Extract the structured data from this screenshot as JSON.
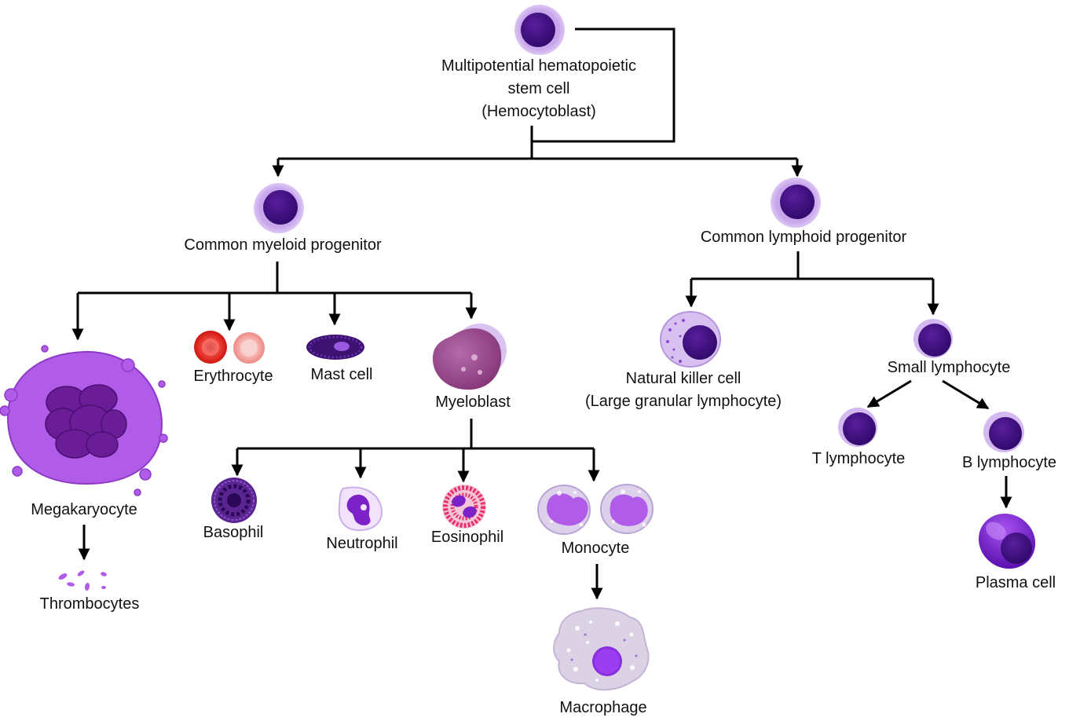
{
  "colors": {
    "line": "#000000",
    "nucleus": "#3b0f7a",
    "nucleus_light": "#5a1e9e",
    "cytoplasm": "#c8a6ec",
    "megakaryocyte": "#b05ce8",
    "megakaryocyte_nucleus": "#6a1d96",
    "erythrocyte": "#e0201e",
    "erythrocyte_light": "#f2a8a6",
    "myeloblast": "#9b4d8e",
    "eosinophil_granule": "#e8326a",
    "macrophage": "#d8d0e4",
    "plasma": "#7a1fd4"
  },
  "icons": {
    "stem": "stem-cell-icon",
    "myeloid": "myeloid-progenitor-icon",
    "lymphoid": "lymphoid-progenitor-icon",
    "megakaryocyte": "megakaryocyte-icon",
    "thrombocytes": "thrombocytes-icon",
    "erythrocyte": "erythrocyte-icon",
    "mast": "mast-cell-icon",
    "myeloblast": "myeloblast-icon",
    "basophil": "basophil-icon",
    "neutrophil": "neutrophil-icon",
    "eosinophil": "eosinophil-icon",
    "monocyte": "monocyte-icon",
    "macrophage": "macrophage-icon",
    "nk": "natural-killer-cell-icon",
    "small_lymph": "small-lymphocyte-icon",
    "t_lymph": "t-lymphocyte-icon",
    "b_lymph": "b-lymphocyte-icon",
    "plasma": "plasma-cell-icon"
  },
  "labels": {
    "stem": [
      "Multipotential hematopoietic",
      "stem cell",
      "(Hemocytoblast)"
    ],
    "myeloid": "Common myeloid progenitor",
    "lymphoid": "Common lymphoid progenitor",
    "megakaryocyte": "Megakaryocyte",
    "thrombocytes": "Thrombocytes",
    "erythrocyte": "Erythrocyte",
    "mast": "Mast cell",
    "myeloblast": "Myeloblast",
    "basophil": "Basophil",
    "neutrophil": "Neutrophil",
    "eosinophil": "Eosinophil",
    "monocyte": "Monocyte",
    "macrophage": "Macrophage",
    "nk": [
      "Natural killer cell",
      "(Large granular lymphocyte)"
    ],
    "small_lymph": "Small lymphocyte",
    "t_lymph": "T lymphocyte",
    "b_lymph": "B lymphocyte",
    "plasma": "Plasma cell"
  }
}
